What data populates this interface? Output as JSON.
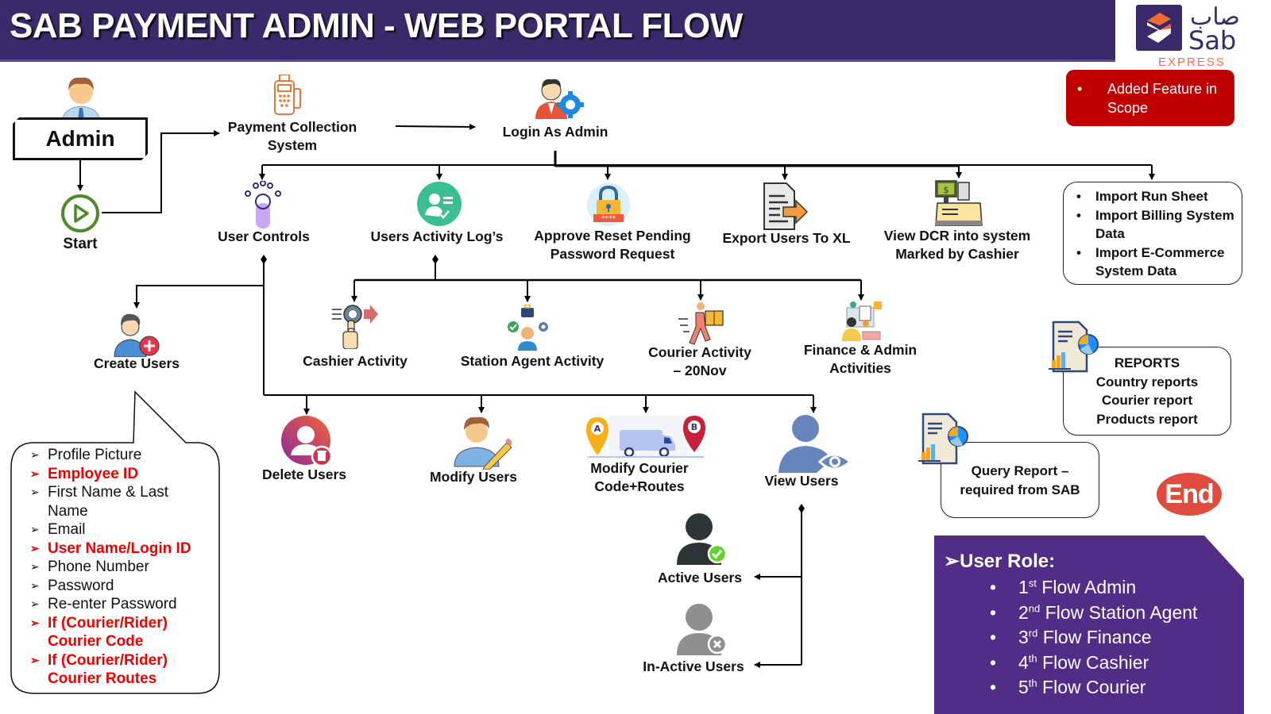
{
  "header": {
    "title": "SAB PAYMENT ADMIN -  WEB PORTAL FLOW"
  },
  "logo": {
    "arabic": "صاب",
    "name": "Sab",
    "tagline": "EXPRESS"
  },
  "legend": {
    "bullet": "•",
    "text": "Added Feature in Scope",
    "color": "#c00000"
  },
  "flow": {
    "admin": "Admin",
    "start": "Start",
    "payment_collection": [
      "Payment Collection",
      "System"
    ],
    "login": "Login As Admin",
    "top_level": {
      "user_controls": "User Controls",
      "users_activity_logs": "Users Activity Log’s",
      "approve_reset": [
        "Approve Reset Pending",
        "Password Request"
      ],
      "export_users": "Export Users To XL",
      "view_dcr": [
        "View DCR into system",
        "Marked by Cashier"
      ],
      "imports": [
        "Import Run Sheet",
        "Import Billing System Data",
        "Import E-Commerce System Data"
      ]
    },
    "activity_logs": {
      "cashier": "Cashier Activity",
      "station_agent": "Station Agent Activity",
      "courier": [
        "Courier Activity",
        "– 20Nov"
      ],
      "finance_admin": [
        "Finance & Admin",
        "Activities"
      ]
    },
    "user_controls": {
      "create": "Create Users",
      "delete": "Delete Users",
      "modify": "Modify Users",
      "modify_courier": [
        "Modify Courier",
        "Code+Routes"
      ],
      "view": "View Users",
      "active": "Active Users",
      "inactive": "In-Active Users"
    },
    "create_user_fields": [
      {
        "text": "Profile Picture",
        "added": false
      },
      {
        "text": "Employee ID",
        "added": true
      },
      {
        "text": "First Name & Last",
        "added": false
      },
      {
        "text": "Name",
        "added": false,
        "continuation": true
      },
      {
        "text": "Email",
        "added": false
      },
      {
        "text": "User Name/Login ID",
        "added": true
      },
      {
        "text": "Phone Number",
        "added": false
      },
      {
        "text": "Password",
        "added": false
      },
      {
        "text": "Re-enter Password",
        "added": false
      },
      {
        "text": "If (Courier/Rider)",
        "added": true
      },
      {
        "text": "Courier Code",
        "added": true,
        "continuation": true
      },
      {
        "text": "If (Courier/Rider)",
        "added": true
      },
      {
        "text": "Courier Routes",
        "added": true,
        "continuation": true
      }
    ],
    "reports": {
      "title": "REPORTS",
      "items": [
        "Country reports",
        "Courier report",
        "Products report"
      ]
    },
    "query_report": [
      "Query Report –",
      "required from SAB"
    ],
    "end": "End"
  },
  "user_roles": {
    "title": "User Role:",
    "items": [
      {
        "num": "1",
        "sup": "st",
        "text": " Flow Admin"
      },
      {
        "num": "2",
        "sup": "nd",
        "text": " Flow Station Agent"
      },
      {
        "num": "3",
        "sup": "rd",
        "text": " Flow Finance"
      },
      {
        "num": "4",
        "sup": "th",
        "text": " Flow Cashier"
      },
      {
        "num": "5",
        "sup": "th",
        "text": " Flow Courier"
      }
    ]
  }
}
